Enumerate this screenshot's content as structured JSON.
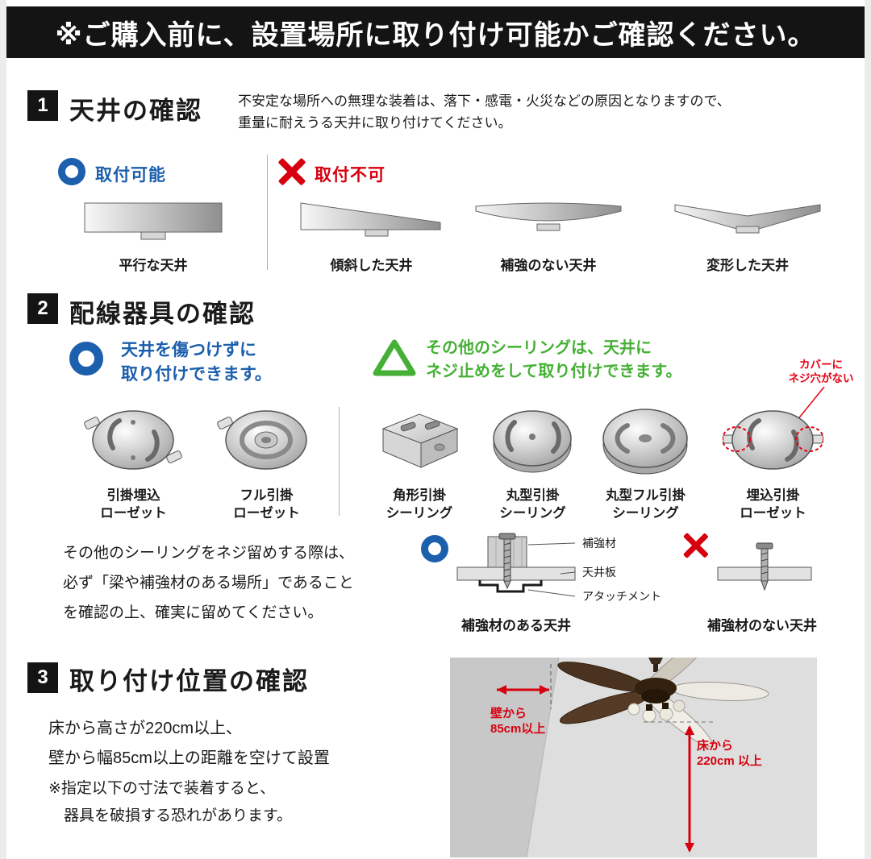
{
  "banner": {
    "text": "※ご購入前に、設置場所に取り付け可能かご確認ください。"
  },
  "section1": {
    "number": "1",
    "title": "天井の確認",
    "description": "不安定な場所への無理な装着は、落下・感電・火災などの原因となりますので、\n重量に耐えうる天井に取り付けてください。",
    "ok_label": "取付可能",
    "ng_label": "取付不可",
    "ceilings": [
      {
        "label": "平行な天井"
      },
      {
        "label": "傾斜した天井"
      },
      {
        "label": "補強のない天井"
      },
      {
        "label": "変形した天井"
      }
    ]
  },
  "section2": {
    "number": "2",
    "title": "配線器具の確認",
    "ok_text": "天井を傷つけずに\n取り付けできます。",
    "caution_text": "その他のシーリングは、天井に\nネジ止めをして取り付けできます。",
    "cover_note": "カバーに\nネジ穴がない",
    "fixtures": [
      {
        "label": "引掛埋込\nローゼット"
      },
      {
        "label": "フル引掛\nローゼット"
      },
      {
        "label": "角形引掛\nシーリング"
      },
      {
        "label": "丸型引掛\nシーリング"
      },
      {
        "label": "丸型フル引掛\nシーリング"
      },
      {
        "label": "埋込引掛\nローゼット"
      }
    ],
    "screw_note": "その他のシーリングをネジ留めする際は、\n必ず「梁や補強材のある場所」であること\nを確認の上、確実に留めてください。",
    "cross_section": {
      "labels": [
        "補強材",
        "天井板",
        "アタッチメント"
      ],
      "ok_label": "補強材のある天井",
      "ng_label": "補強材のない天井"
    }
  },
  "section3": {
    "number": "3",
    "title": "取り付け位置の確認",
    "description": "床から高さが220cm以上、\n壁から幅85cm以上の距離を空けて設置",
    "warning": "※指定以下の寸法で装着すると、\n　器具を破損する恐れがあります。",
    "room": {
      "wall_label": "壁から\n85cm以上",
      "floor_label": "床から\n220cm 以上"
    }
  },
  "colors": {
    "accent_blue": "#1b5fad",
    "accent_red": "#d7000f",
    "accent_green": "#45b035"
  }
}
